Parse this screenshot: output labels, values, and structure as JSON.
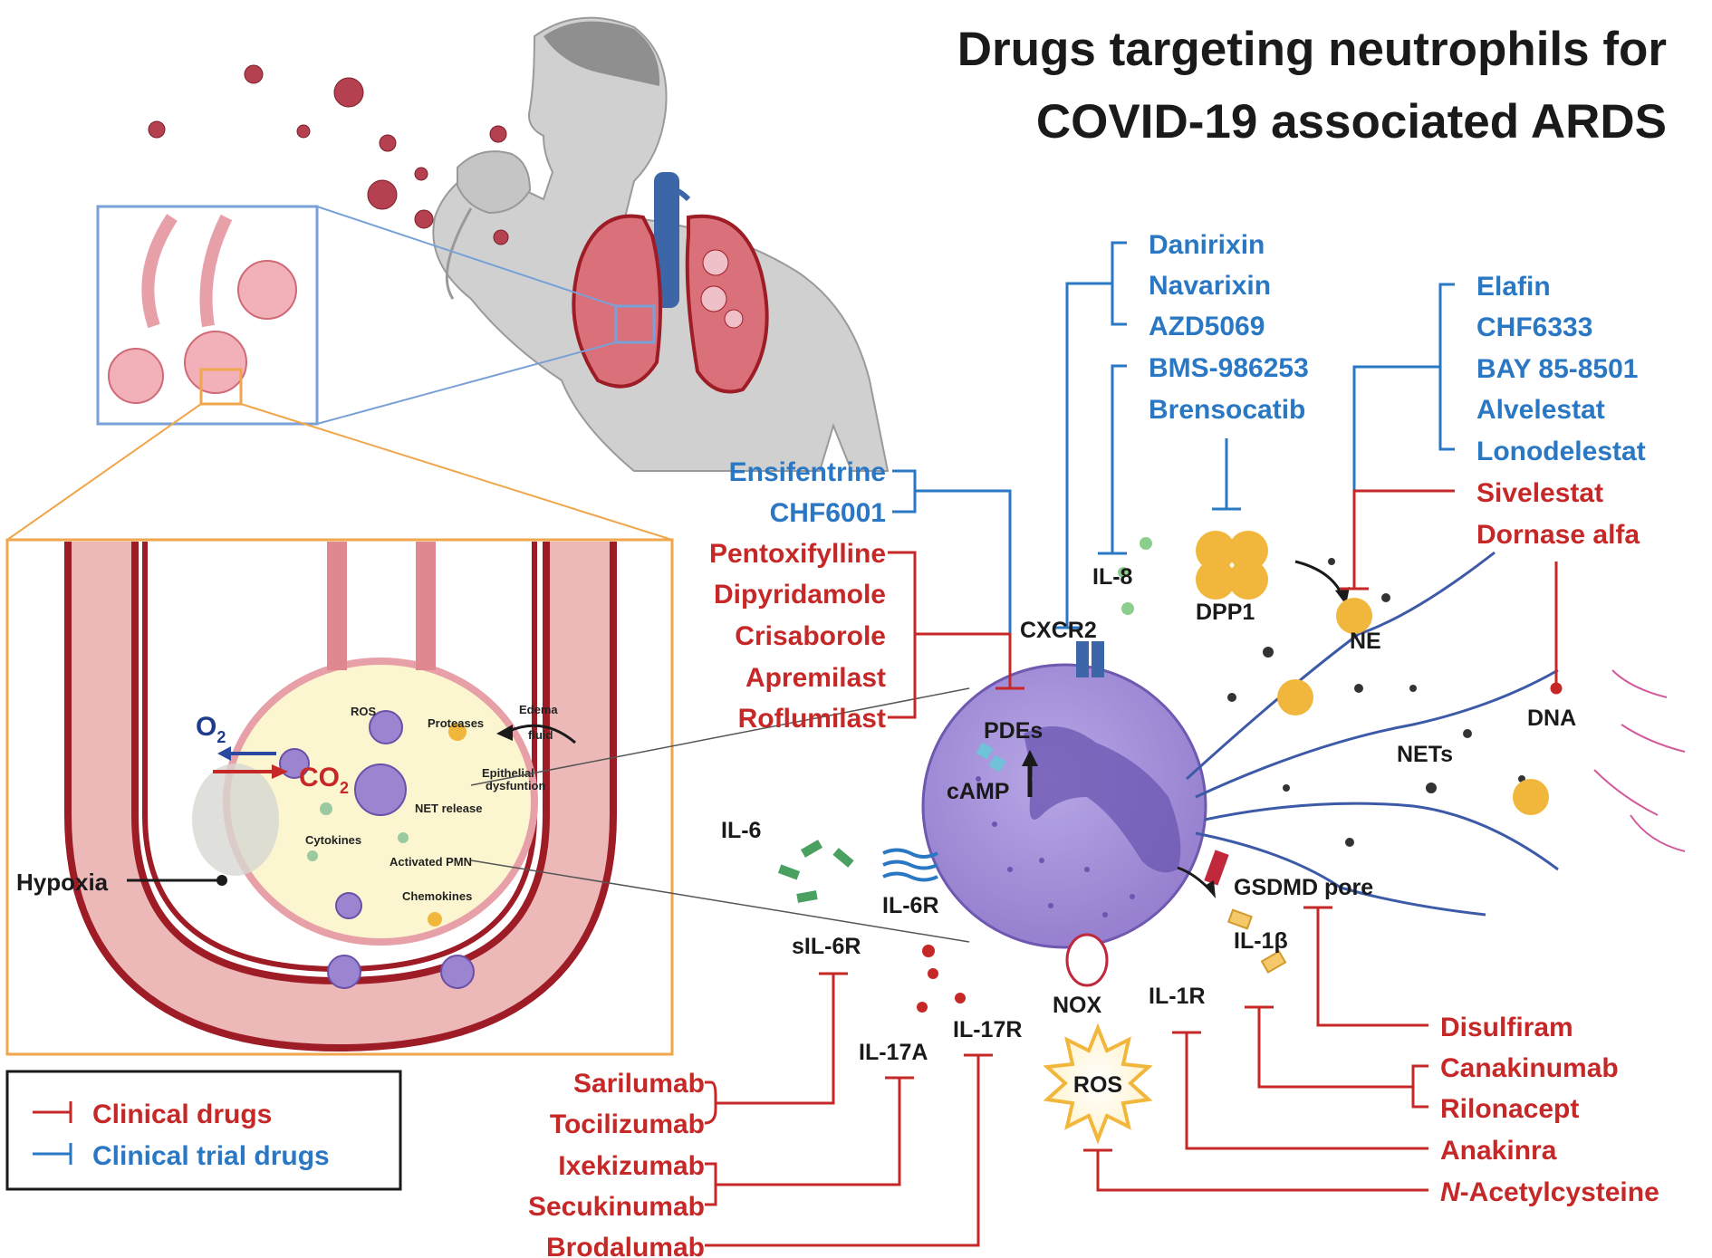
{
  "title": {
    "line1": "Drugs targeting neutrophils for",
    "line2": "COVID-19 associated ARDS"
  },
  "inset": {
    "o2": "O",
    "o2_sub": "2",
    "co2": "CO",
    "co2_sub": "2",
    "ros": "ROS",
    "proteases": "Proteases",
    "edema_1": "Edema",
    "edema_2": "fluid",
    "epithelial_1": "Epithelial",
    "epithelial_2": "dysfuntion",
    "net_release": "NET release",
    "cytokines": "Cytokines",
    "activated_pmn": "Activated PMN",
    "chemokines": "Chemokines",
    "hypoxia": "Hypoxia"
  },
  "molecules": {
    "il8": "IL-8",
    "cxcr2": "CXCR2",
    "dpp1": "DPP1",
    "ne": "NE",
    "pdes": "PDEs",
    "camp": "cAMP",
    "dna": "DNA",
    "nets": "NETs",
    "il6": "IL-6",
    "il6r": "IL-6R",
    "sil6r": "sIL-6R",
    "gsdmd": "GSDMD pore",
    "il1b": "IL-1β",
    "il1r": "IL-1R",
    "nox": "NOX",
    "ros": "ROS",
    "il17a": "IL-17A",
    "il17r": "IL-17R"
  },
  "drugs": {
    "cxcr2_trial": [
      "Danirixin",
      "Navarixin",
      "AZD5069"
    ],
    "il8_trial": [
      "BMS-986253"
    ],
    "dpp1_trial": [
      "Brensocatib"
    ],
    "ne_trial": [
      "Elafin",
      "CHF6333",
      "BAY 85-8501",
      "Alvelestat",
      "Lonodelestat"
    ],
    "ne_clinical": [
      "Sivelestat"
    ],
    "dna_clinical": [
      "Dornase alfa"
    ],
    "pde_trial": [
      "Ensifentrine",
      "CHF6001"
    ],
    "pde_clinical": [
      "Pentoxifylline",
      "Dipyridamole",
      "Crisaborole",
      "Apremilast",
      "Roflumilast"
    ],
    "il6_clinical": [
      "Sarilumab",
      "Tocilizumab"
    ],
    "il17a_clinical": [
      "Ixekizumab",
      "Secukinumab"
    ],
    "il17r_clinical": [
      "Brodalumab"
    ],
    "gsdmd_clinical": [
      "Disulfiram"
    ],
    "il1b_clinical": [
      "Canakinumab",
      "Rilonacept"
    ],
    "il1r_clinical": [
      "Anakinra"
    ],
    "ros_clinical_prefix": "N",
    "ros_clinical_rest": "-Acetylcysteine"
  },
  "legend": {
    "clinical": "Clinical drugs",
    "trial": "Clinical trial drugs"
  },
  "colors": {
    "clinical": "#c62828",
    "trial": "#2a78c4",
    "neutrophil": "#a48fd6",
    "vessel": "#9e1c26",
    "inset_border": "#f0a64a",
    "lung": "#d9707a"
  }
}
